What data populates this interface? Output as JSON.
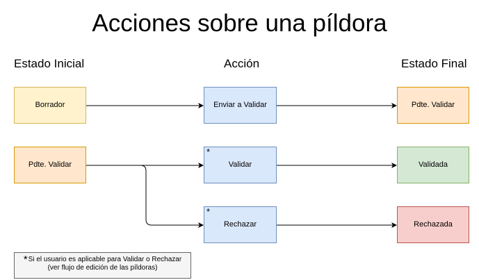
{
  "title": "Acciones sobre una píldora",
  "columns": {
    "initial": "Estado Inicial",
    "action": "Acción",
    "final": "Estado Final"
  },
  "boxes": {
    "borrador": "Borrador",
    "pdte_validar_initial": "Pdte. Validar",
    "enviar_a_validar": "Enviar a Validar",
    "validar": "Validar",
    "rechazar": "Rechazar",
    "pdte_validar_final": "Pdte. Validar",
    "validada": "Validada",
    "rechazada": "Rechazada"
  },
  "asterisk": "*",
  "note": {
    "star": "*",
    "line1": "Si el usuario es aplicable para Validar o Rechazar",
    "line2": "(ver flujo de edición de las píldoras)"
  },
  "colors": {
    "yellow_fill": "#fff2cc",
    "yellow_stroke": "#d6b656",
    "orange_fill": "#ffe6cc",
    "orange_stroke": "#d79b00",
    "blue_fill": "#dae8fc",
    "blue_stroke": "#6c8ebf",
    "green_fill": "#d5e8d4",
    "green_stroke": "#82b366",
    "red_fill": "#f8cecc",
    "red_stroke": "#b85450",
    "note_fill": "#f5f5f5",
    "note_stroke": "#666666"
  }
}
